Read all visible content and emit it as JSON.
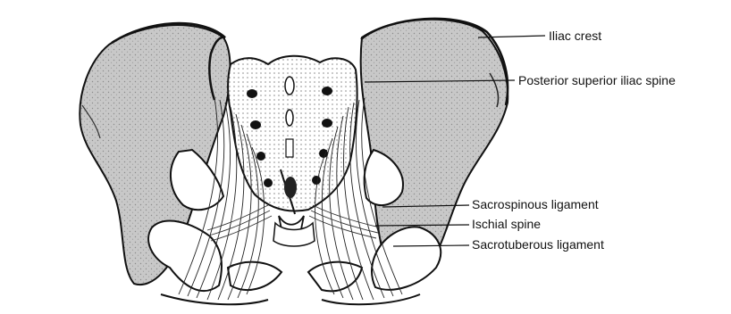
{
  "labels": {
    "iliac_crest": "Iliac crest",
    "posterior_superior_iliac_spine": "Posterior superior iliac spine",
    "sacrospinous_ligament": "Sacrospinous ligament",
    "ischial_spine": "Ischial spine",
    "sacrotuberous_ligament": "Sacrotuberous ligament"
  },
  "colors": {
    "line": "#111111",
    "bone_fill": "#ffffff",
    "shading": "#bdbdbd",
    "background": "#ffffff"
  }
}
